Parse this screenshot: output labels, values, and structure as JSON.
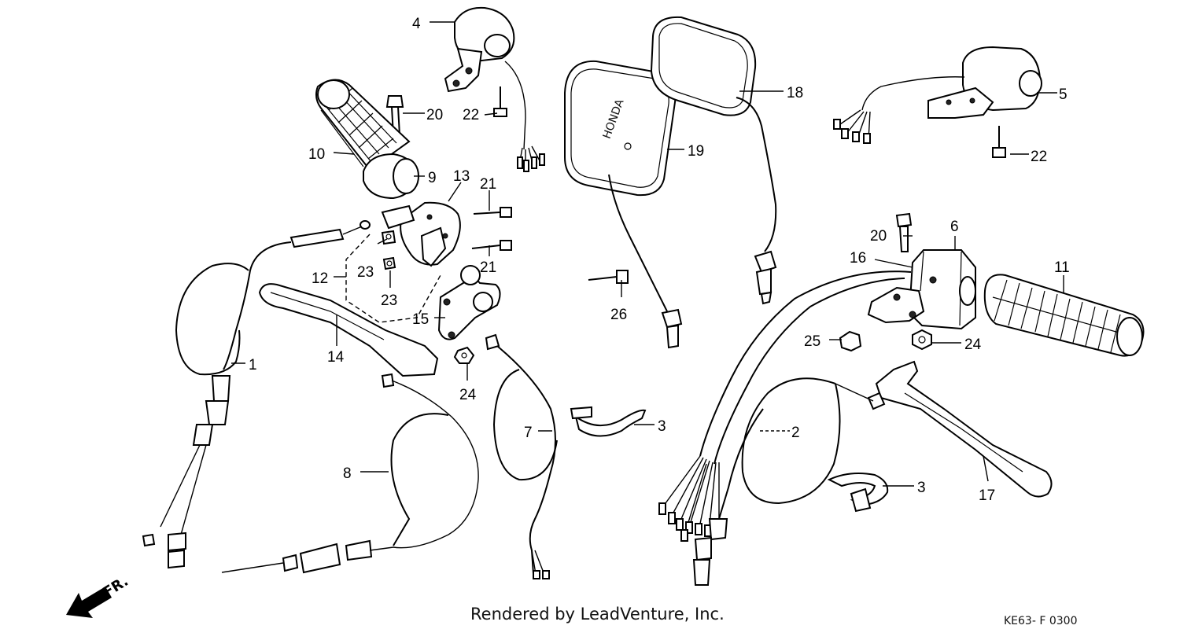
{
  "parts": {
    "p1": "1",
    "p2": "2",
    "p3a": "3",
    "p3b": "3",
    "p4": "4",
    "p5": "5",
    "p6": "6",
    "p7": "7",
    "p8": "8",
    "p9": "9",
    "p10": "10",
    "p11": "11",
    "p12": "12",
    "p13": "13",
    "p14": "14",
    "p15": "15",
    "p16": "16",
    "p17": "17",
    "p18": "18",
    "p19": "19",
    "p20a": "20",
    "p20b": "20",
    "p21a": "21",
    "p21b": "21",
    "p22a": "22",
    "p22b": "22",
    "p23a": "23",
    "p23b": "23",
    "p24a": "24",
    "p24b": "24",
    "p25": "25",
    "p26": "26"
  },
  "direction_label": "FR.",
  "footer_credit": "Rendered by LeadVenture, Inc.",
  "diagram_code": "KE63- F 0300",
  "mirror_brand": "HONDA"
}
